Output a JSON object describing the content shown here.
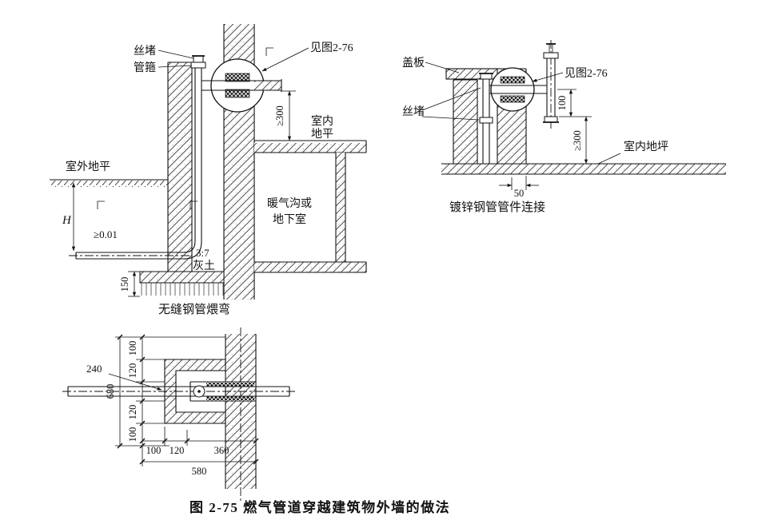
{
  "figure_caption": "图 2-75  燃气管道穿越建筑物外墙的做法",
  "left": {
    "plug": "丝堵",
    "coupling": "管箍",
    "see_figure": "见图2-76",
    "outdoor_level": "室外地平",
    "indoor_level_1": "室内",
    "indoor_level_2": "地平",
    "trench_1": "暖气沟或",
    "trench_2": "地下室",
    "dim_300": "≥300",
    "dim_h": "H",
    "slope": "≥0.01",
    "lime_1": "3:7",
    "lime_2": "灰土",
    "dim_150": "150",
    "caption": "无缝钢管煨弯"
  },
  "right": {
    "cover_plate": "盖板",
    "see_figure": "见图2-76",
    "plug": "丝堵",
    "dim_100": "100",
    "dim_300": "≥300",
    "indoor_floor": "室内地坪",
    "dim_50": "50",
    "caption": "镀锌钢管管件连接"
  },
  "plan": {
    "d100_top": "100",
    "d120_top": "120",
    "d240": "240",
    "d680": "680",
    "d120_bot": "120",
    "d100_bot": "100",
    "b100": "100",
    "b120": "120",
    "b360": "360",
    "b580": "580"
  }
}
